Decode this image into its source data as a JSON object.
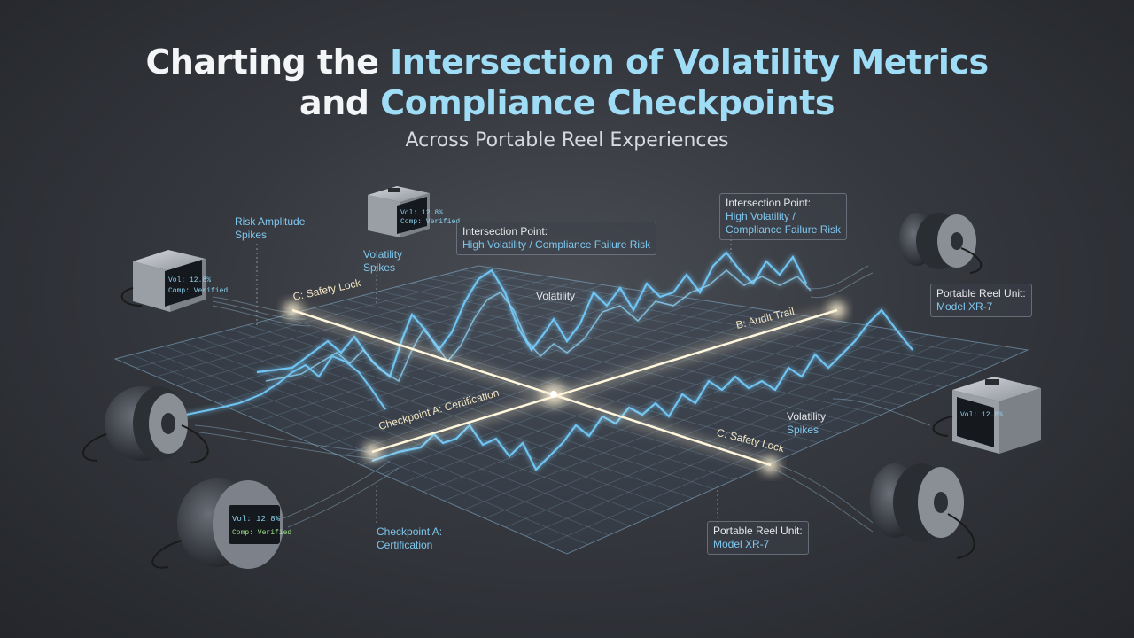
{
  "title": {
    "line1_pre": "Charting the ",
    "line1_hl": "Intersection of Volatility Metrics",
    "line2_pre": "and ",
    "line2_hl": "Compliance Checkpoints"
  },
  "subtitle": "Across Portable Reel Experiences",
  "labels": {
    "risk_amplitude": [
      "Risk Amplitude",
      "Spikes"
    ],
    "volatility_spikes_left": [
      "Volatility",
      "Spikes"
    ],
    "safety_lock_top": "C: Safety Lock",
    "volatility_center": "Volatility",
    "audit_trail": "B: Audit Trail",
    "checkpoint_cert_center": "Checkpoint A: Certification",
    "volatility_spikes_right": [
      "Volatility",
      "Spikes"
    ],
    "safety_lock_bottom": "C: Safety Lock",
    "checkpoint_cert_bottom": [
      "Checkpoint A:",
      "Certification"
    ],
    "intersection_center": [
      "Intersection Point:",
      "High Volatility / Compliance Failure Risk"
    ],
    "intersection_right": [
      "Intersection Point:",
      "High Volatility /",
      "Compliance Failure Risk"
    ],
    "reel_unit_right": [
      "Portable Reel Unit:",
      "Model XR-7"
    ],
    "reel_unit_bottom": [
      "Portable Reel Unit:",
      "Model XR-7"
    ]
  },
  "devices": {
    "screen_vol": "Vol: 12.8%",
    "screen_comp": "Comp: Verified"
  },
  "colors": {
    "accent": "#9fdcf5",
    "wave": "#6fc4f2",
    "beam": "#fff2cf"
  }
}
